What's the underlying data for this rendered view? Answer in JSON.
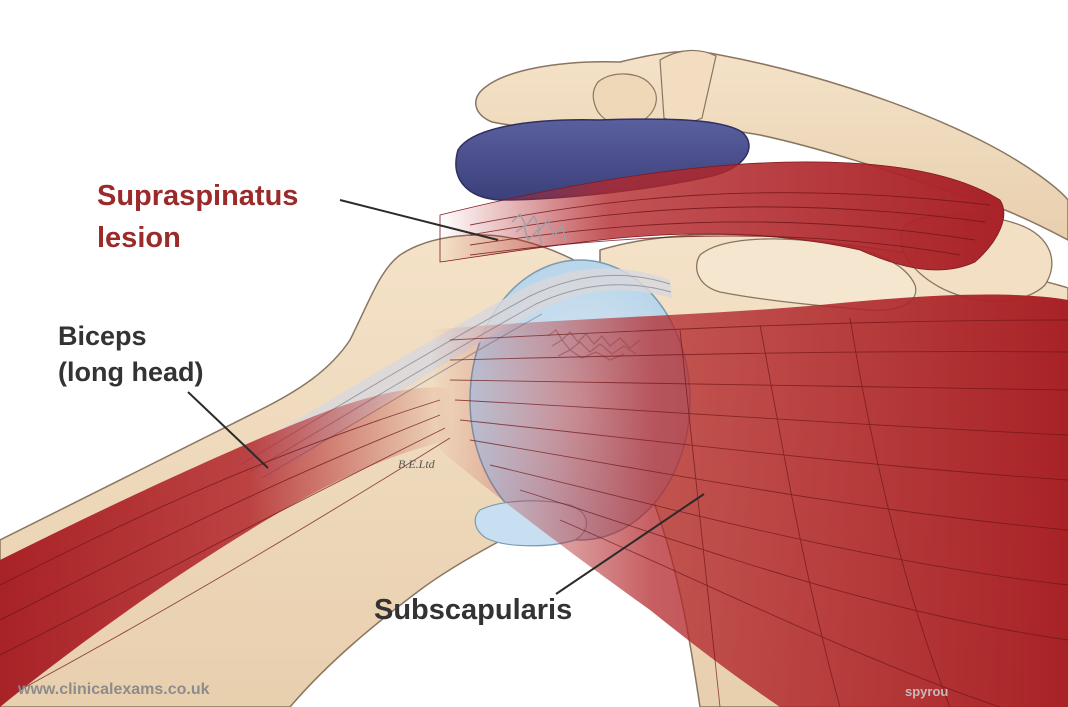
{
  "labels": {
    "supraspinatus_line1": "Supraspinatus",
    "supraspinatus_line2": "lesion",
    "biceps_line1": "Biceps",
    "biceps_line2": "(long head)",
    "subscapularis": "Subscapularis"
  },
  "watermarks": {
    "artist_mark": "B.E.Ltd",
    "website": "www.clinicalexams.co.uk",
    "artist_credit": "spyrou"
  },
  "colors": {
    "background": "#ffffff",
    "bone": "#f1dcc0",
    "bone_outline": "#8a7560",
    "muscle": "#b3282c",
    "muscle_dark": "#8e1c20",
    "tendon": "#d2d2d6",
    "cartilage": "#c9e2f2",
    "bursa": "#4b4f8f",
    "supraspinatus_label": "#9b2a2a",
    "label_text": "#333333"
  }
}
